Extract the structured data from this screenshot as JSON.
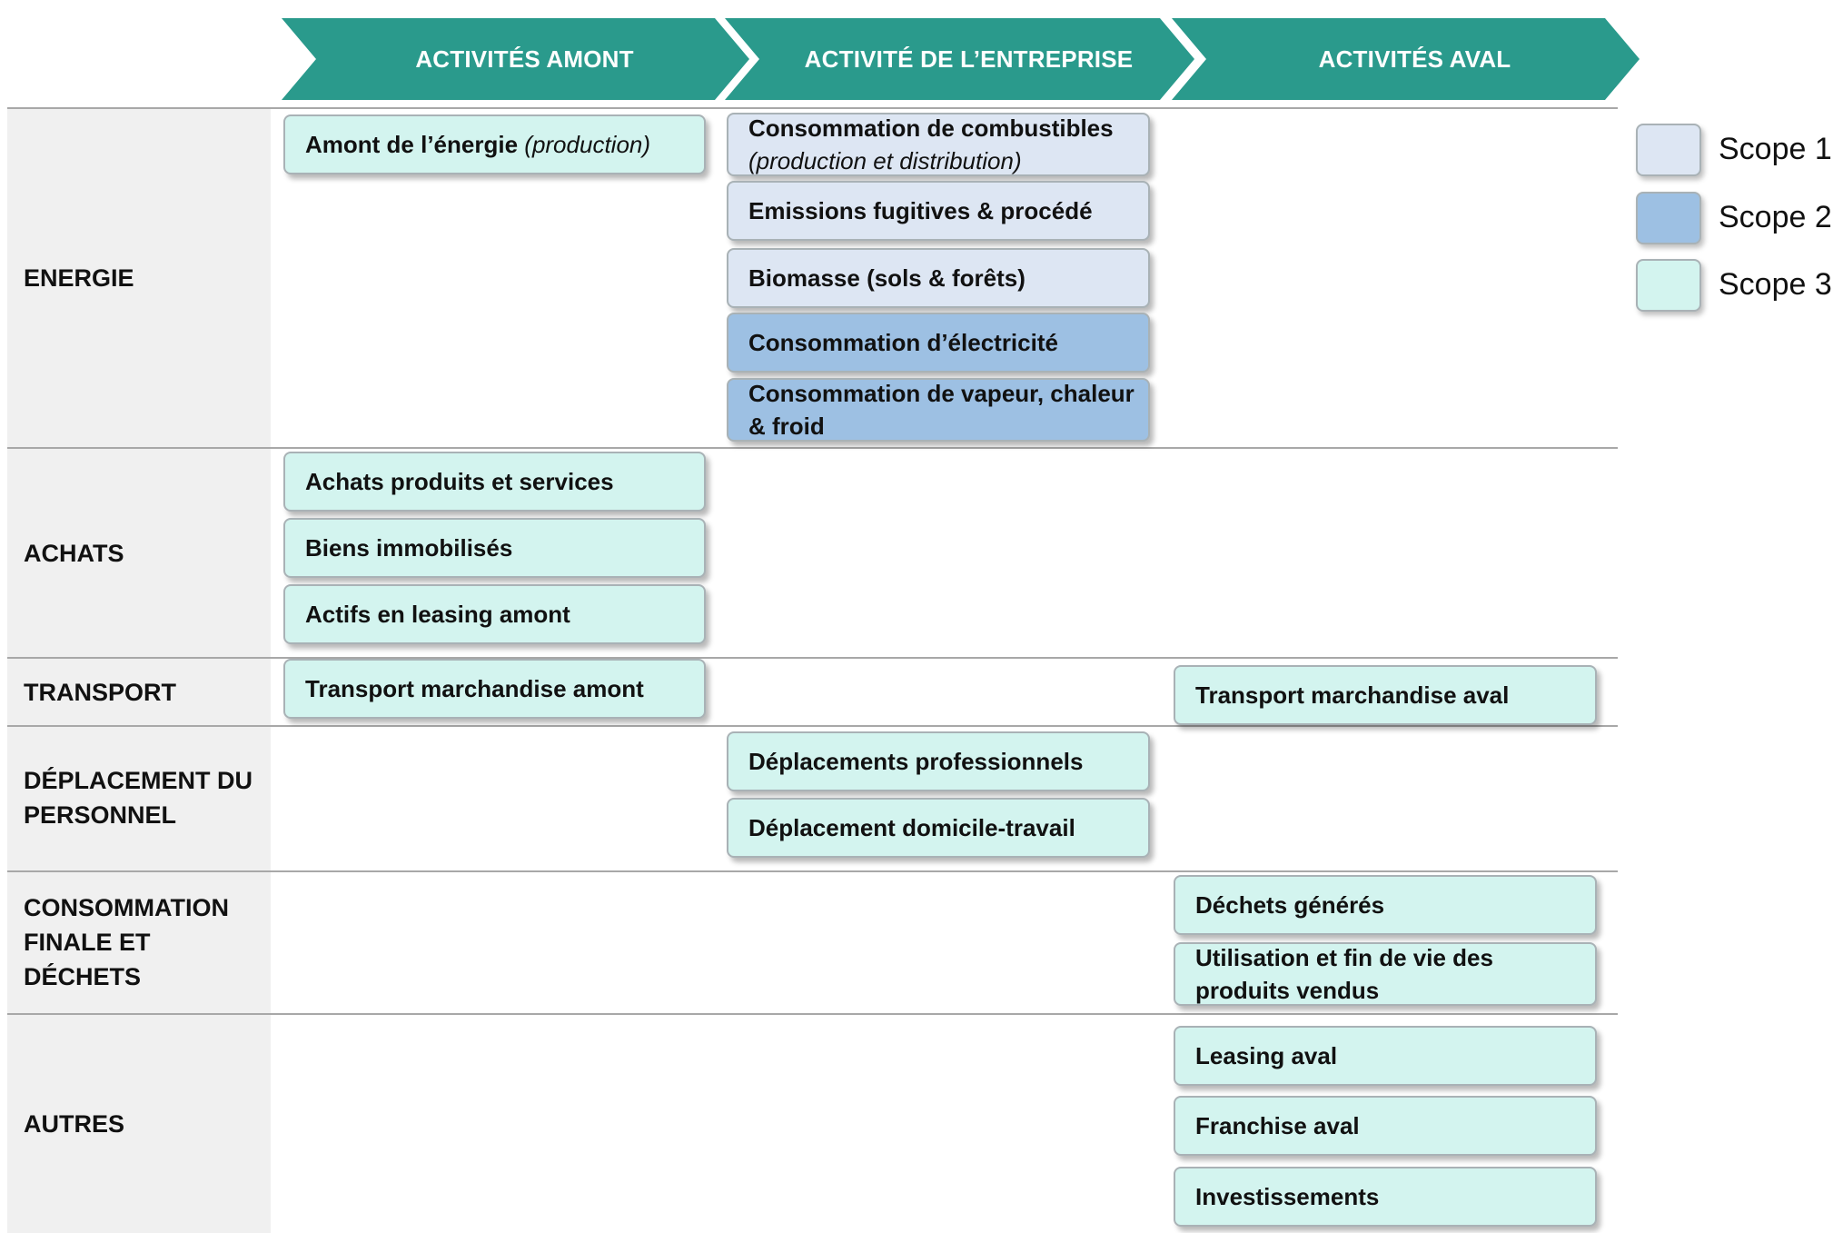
{
  "columns": [
    "ACTIVITÉS AMONT",
    "ACTIVITÉ DE L’ENTREPRISE",
    "ACTIVITÉS AVAL"
  ],
  "rows": [
    {
      "label": "ENERGIE"
    },
    {
      "label": "ACHATS"
    },
    {
      "label": "TRANSPORT"
    },
    {
      "label": "DÉPLACEMENT DU\nPERSONNEL"
    },
    {
      "label": "CONSOMMATION\nFINALE ET\nDÉCHETS"
    },
    {
      "label": "AUTRES"
    }
  ],
  "boxes": [
    {
      "id": "amont-energie",
      "line1": "Amont de l’énergie",
      "italic": "(production)",
      "scope": "Scope 3"
    },
    {
      "id": "conso-combustibles",
      "line1": "Consommation de combustibles",
      "line2": "(production et distribution)",
      "scope": "Scope 1"
    },
    {
      "id": "emissions-fugitives",
      "line1": "Emissions fugitives & procédé",
      "scope": "Scope 1"
    },
    {
      "id": "biomasse",
      "line1": "Biomasse (sols & forêts)",
      "scope": "Scope 1"
    },
    {
      "id": "conso-electricite",
      "line1": "Consommation d’électricité",
      "scope": "Scope 2"
    },
    {
      "id": "conso-vapeur",
      "line1": "Consommation de vapeur, chaleur",
      "line2": "& froid",
      "scope": "Scope 2"
    },
    {
      "id": "achats-produits",
      "line1": "Achats produits et services",
      "scope": "Scope 3"
    },
    {
      "id": "biens-immobilises",
      "line1": "Biens immobilisés",
      "scope": "Scope 3"
    },
    {
      "id": "actifs-leasing-amont",
      "line1": "Actifs en leasing amont",
      "scope": "Scope 3"
    },
    {
      "id": "transport-amont",
      "line1": "Transport marchandise amont",
      "scope": "Scope 3"
    },
    {
      "id": "transport-aval",
      "line1": "Transport marchandise aval",
      "scope": "Scope 3"
    },
    {
      "id": "deplacements-pro",
      "line1": "Déplacements professionnels",
      "scope": "Scope 3"
    },
    {
      "id": "deplacement-domicile",
      "line1": "Déplacement domicile-travail",
      "scope": "Scope 3"
    },
    {
      "id": "dechets",
      "line1": "Déchets générés",
      "scope": "Scope 3"
    },
    {
      "id": "utilisation-fin-vie",
      "line1": "Utilisation et fin de vie des",
      "line2": "produits vendus",
      "scope": "Scope 3"
    },
    {
      "id": "leasing-aval",
      "line1": "Leasing aval",
      "scope": "Scope 3"
    },
    {
      "id": "franchise-aval",
      "line1": "Franchise aval",
      "scope": "Scope 3"
    },
    {
      "id": "investissements",
      "line1": "Investissements",
      "scope": "Scope 3"
    }
  ],
  "legend": [
    "Scope 1",
    "Scope 2",
    "Scope 3"
  ],
  "colors": {
    "header": "#2a9a8c",
    "scope1": "#dde6f3",
    "scope2": "#9dc0e3",
    "scope3": "#d3f4ef",
    "label_bg": "#f0f0f0"
  }
}
